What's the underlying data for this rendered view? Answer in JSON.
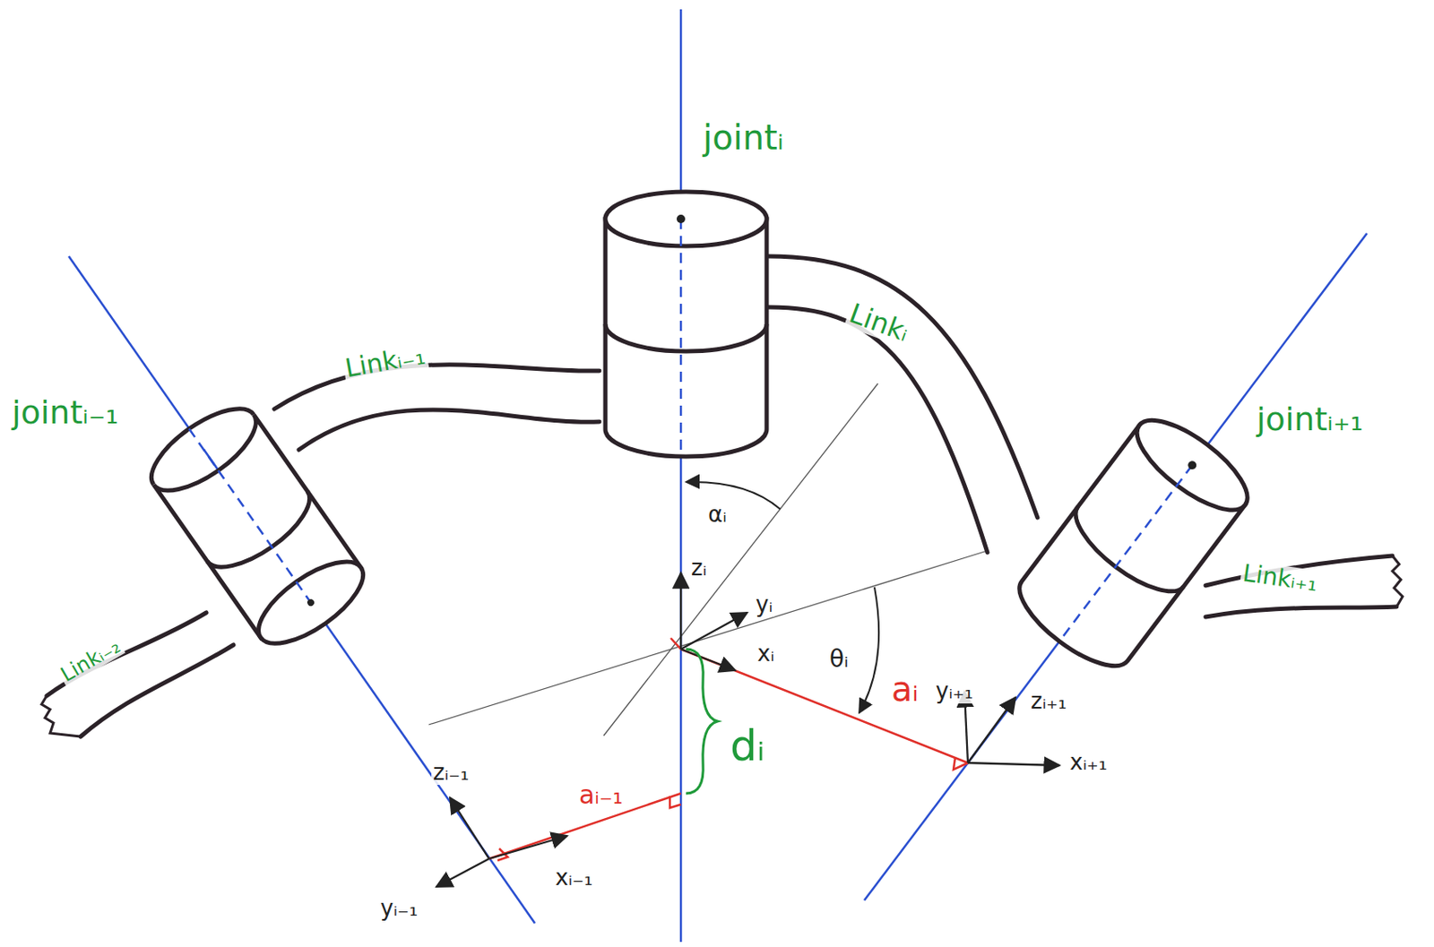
{
  "diagram": {
    "labels": [
      "jointᵢ",
      "jointᵢ₋₁",
      "jointᵢ₊₁",
      "Linkᵢ₋₁",
      "Linkᵢ",
      "Linkᵢ₊₁",
      "Linkᵢ₋₂",
      "αᵢ",
      "zᵢ",
      "yᵢ",
      "xᵢ",
      "θᵢ",
      "aᵢ",
      "dᵢ",
      "zᵢ₊₁",
      "yᵢ₊₁",
      "xᵢ₊₁",
      "aᵢ₋₁",
      "zᵢ₋₁",
      "xᵢ₋₁",
      "yᵢ₋₁"
    ]
  }
}
